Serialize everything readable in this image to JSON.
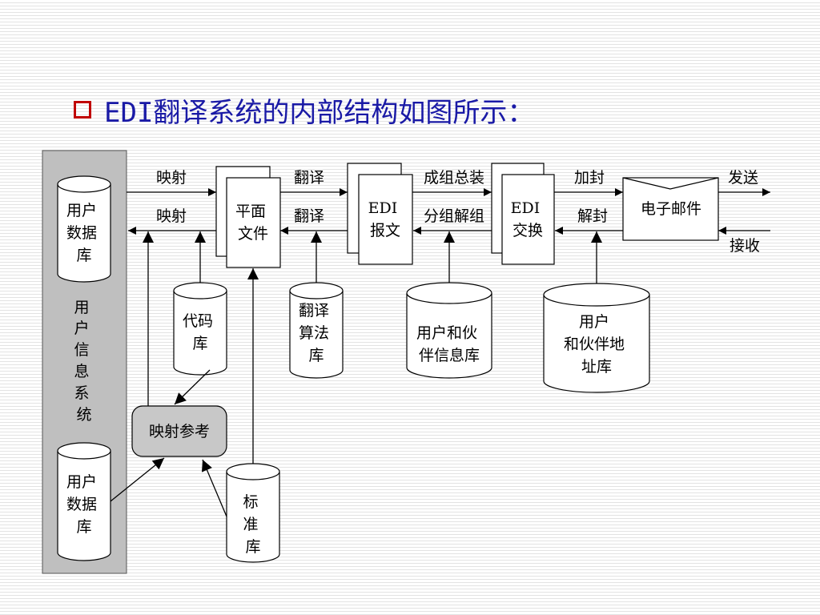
{
  "title": {
    "prefix": "EDI",
    "rest": "翻译系统的内部结构如图所示："
  },
  "colors": {
    "title": "#1a1aa6",
    "bullet": "#c00000",
    "sidebar": "#bfbfbf",
    "mapping_ref": "#c8c8c8"
  },
  "sidebar": {
    "label": "用户信息系统"
  },
  "databases": {
    "user_db_top": [
      "用户",
      "数据",
      "库"
    ],
    "user_db_bottom": [
      "用户",
      "数据",
      "库"
    ],
    "code_db": [
      "代码",
      "库"
    ],
    "trans_algo_db": [
      "翻译",
      "算法",
      "库"
    ],
    "partner_info_db": [
      "用户和伙",
      "伴信息库"
    ],
    "partner_addr_db": [
      "用户",
      "和伙伴地",
      "址库"
    ],
    "standard_db": [
      "标",
      "准",
      "库"
    ]
  },
  "boxes": {
    "flat_file": [
      "平面",
      "文件"
    ],
    "edi_message": [
      "EDI",
      "报文"
    ],
    "edi_exchange": [
      "EDI",
      "交换"
    ],
    "email": "电子邮件",
    "mapping_ref": "映射参考"
  },
  "arrows": {
    "map_out": "映射",
    "map_in": "映射",
    "translate_out": "翻译",
    "translate_in": "翻译",
    "group_assemble": "成组总装",
    "group_split": "分组解组",
    "seal": "加封",
    "unseal": "解封",
    "send": "发送",
    "receive": "接收"
  }
}
